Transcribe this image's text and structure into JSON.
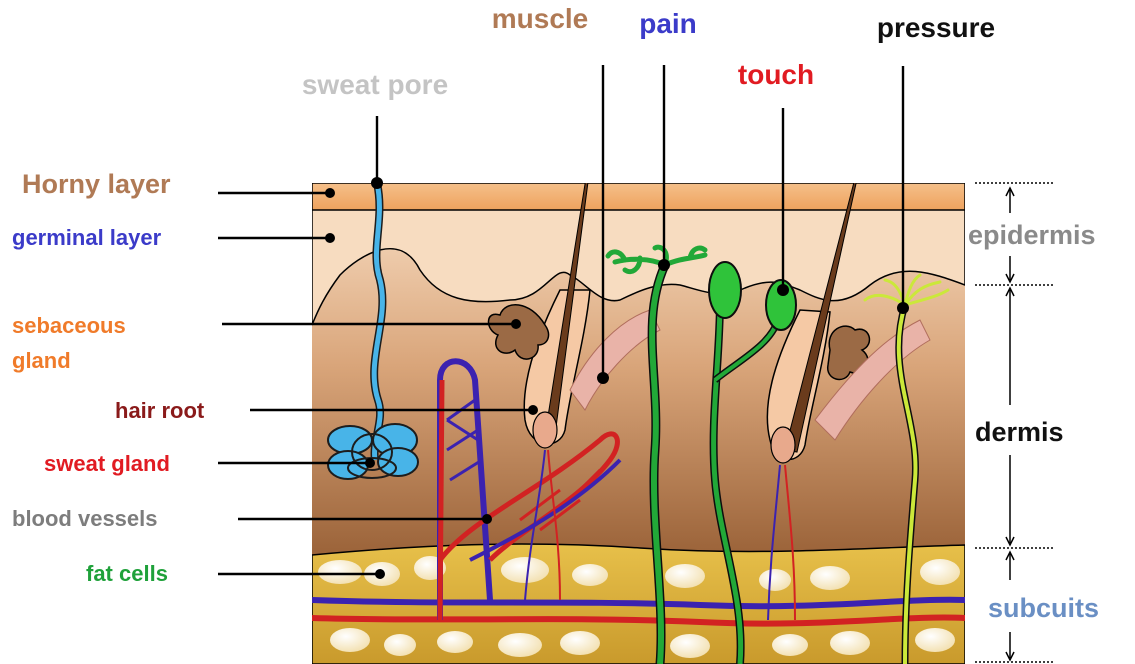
{
  "labels": {
    "sweat_pore": "sweat pore",
    "muscle": "muscle",
    "pain": "pain",
    "touch": "touch",
    "pressure": "pressure",
    "horny_layer": "Horny layer",
    "germinal_layer": "germinal layer",
    "sebaceous_gland_1": "sebaceous",
    "sebaceous_gland_2": "gland",
    "hair_root": "hair root",
    "sweat_gland": "sweat gland",
    "blood_vessels": "blood vessels",
    "fat_cells": "fat cells",
    "epidermis": "epidermis",
    "dermis": "dermis",
    "subcutis": "subcuits"
  },
  "colors": {
    "sweat_pore": "#c4c4c4",
    "muscle": "#b07a55",
    "pain": "#3b3bc9",
    "touch": "#e11b22",
    "pressure": "#111111",
    "horny_layer": "#b07a55",
    "germinal_layer": "#3b3bc9",
    "sebaceous_gland": "#f07b2a",
    "hair_root": "#8a1a1a",
    "sweat_gland": "#e11b22",
    "blood_vessels": "#7d7d7d",
    "fat_cells": "#1fa13a",
    "epidermis": "#8a8a8a",
    "dermis": "#111111",
    "subcutis": "#6a8fc4"
  }
}
